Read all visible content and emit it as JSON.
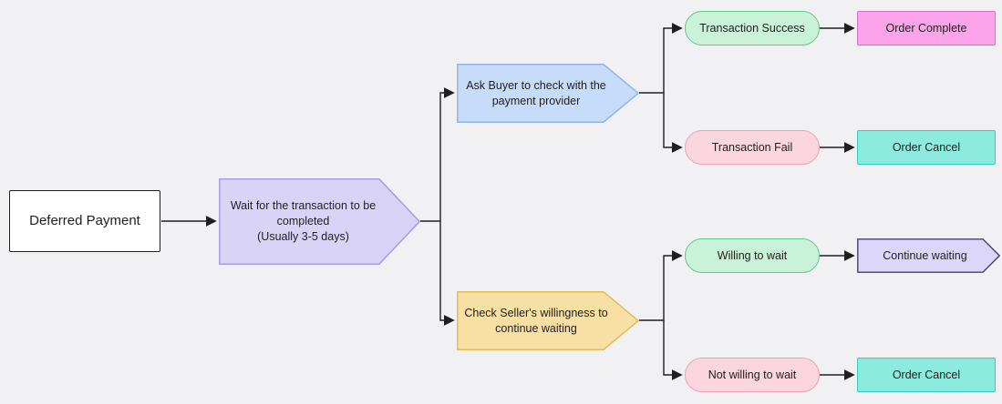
{
  "diagram": {
    "type": "flowchart",
    "background_color": "#f1f1f4"
  },
  "nodes": {
    "deferred_payment": {
      "label": "Deferred Payment",
      "shape": "rectangle",
      "fill": "#ffffff",
      "border": "#1f1f1f"
    },
    "wait": {
      "label": "Wait for the transaction to be\ncompleted\n(Usually 3-5 days)",
      "shape": "pentagon-right",
      "fill": "#d9d3f6",
      "border": "#a79ce6"
    },
    "ask_buyer": {
      "label": "Ask Buyer to check with the\npayment provider",
      "shape": "pentagon-right",
      "fill": "#c6dcf8",
      "border": "#8fb5ea"
    },
    "transaction_success": {
      "label": "Transaction Success",
      "shape": "pill",
      "fill": "#c9f2d8",
      "border": "#63c78c"
    },
    "order_complete": {
      "label": "Order Complete",
      "shape": "rectangle",
      "fill": "#fba4ea",
      "border": "#e36ed3"
    },
    "transaction_fail": {
      "label": "Transaction Fail",
      "shape": "pill",
      "fill": "#fbd6de",
      "border": "#ef9fb3"
    },
    "order_cancel_top": {
      "label": "Order Cancel",
      "shape": "rectangle",
      "fill": "#8deade",
      "border": "#34cbb8"
    },
    "check_seller": {
      "label": "Check Seller's willingness to\ncontinue waiting",
      "shape": "pentagon-right",
      "fill": "#f8dfa3",
      "border": "#e3bc56"
    },
    "willing_to_wait": {
      "label": "Willing to wait",
      "shape": "pill",
      "fill": "#c9f2d8",
      "border": "#63c78c"
    },
    "continue_waiting": {
      "label": "Continue waiting",
      "shape": "pentagon-right",
      "fill": "#dcd7f8",
      "border": "#44406b"
    },
    "not_willing_to_wait": {
      "label": "Not willing to wait",
      "shape": "pill",
      "fill": "#fbd6de",
      "border": "#ef9fb3"
    },
    "order_cancel_bottom": {
      "label": "Order Cancel",
      "shape": "rectangle",
      "fill": "#8deade",
      "border": "#34cbb8"
    }
  },
  "edges": [
    {
      "from": "deferred_payment",
      "to": "wait"
    },
    {
      "from": "wait",
      "to": "ask_buyer"
    },
    {
      "from": "wait",
      "to": "check_seller"
    },
    {
      "from": "ask_buyer",
      "to": "transaction_success"
    },
    {
      "from": "ask_buyer",
      "to": "transaction_fail"
    },
    {
      "from": "transaction_success",
      "to": "order_complete"
    },
    {
      "from": "transaction_fail",
      "to": "order_cancel_top"
    },
    {
      "from": "check_seller",
      "to": "willing_to_wait"
    },
    {
      "from": "check_seller",
      "to": "not_willing_to_wait"
    },
    {
      "from": "willing_to_wait",
      "to": "continue_waiting"
    },
    {
      "from": "not_willing_to_wait",
      "to": "order_cancel_bottom"
    }
  ],
  "colors": {
    "connector": "#1f1f1f",
    "text": "#1f1f1f",
    "lavender_fill": "#d9d3f6",
    "blue_fill": "#c6dcf8",
    "yellow_fill": "#f8dfa3",
    "green_fill": "#c9f2d8",
    "pink_fill": "#fbd6de",
    "magenta_fill": "#fba4ea",
    "cyan_fill": "#8deade"
  }
}
